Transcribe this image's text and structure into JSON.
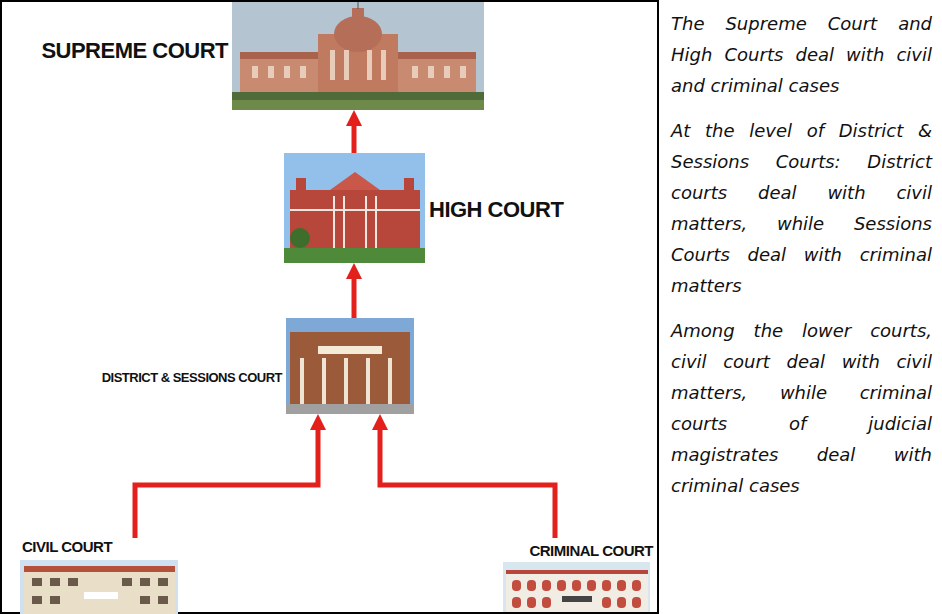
{
  "diagram": {
    "nodes": [
      {
        "text": [
          "SUPREME COURT"
        ]
      },
      {
        "text": [
          "HIGH COURT"
        ]
      },
      {
        "text": [
          "DISTRICT & SESSIONS COURT"
        ]
      },
      {
        "text": [
          "CIVIL COURT"
        ]
      },
      {
        "text": [
          "CRIMINAL COURT"
        ]
      },
      {
        "text": [
          "The Supreme Court and High Courts deal with civil and criminal cases",
          "At the level of District & Sessions Courts: District courts deal with civil matters, while Sessions Courts deal with criminal matters",
          "Among the lower courts, civil court deal with civil matters, while criminal courts of judicial magistrates deal with criminal cases"
        ]
      }
    ],
    "edges": [
      {
        "from": 1,
        "to": 0,
        "arrow": "to"
      },
      {
        "from": 2,
        "to": 1,
        "arrow": "to"
      },
      {
        "from": 3,
        "to": 2,
        "arrow": "to"
      },
      {
        "from": 4,
        "to": 2,
        "arrow": "to"
      }
    ]
  }
}
